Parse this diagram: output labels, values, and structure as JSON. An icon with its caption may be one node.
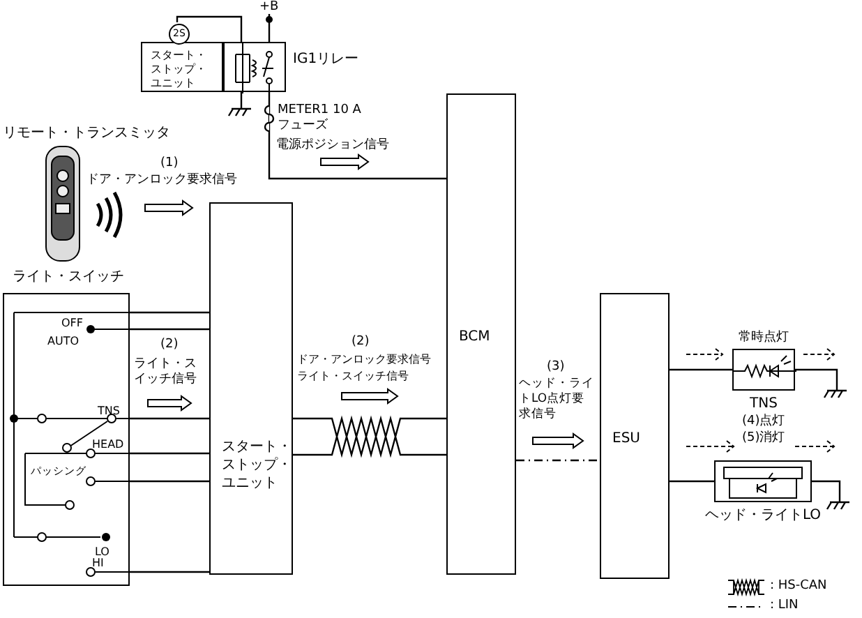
{
  "diagram": {
    "nodes": [
      {
        "text": [
          "スタート・ストップ・ユニット"
        ],
        "beside": [
          "2S"
        ]
      },
      {
        "text": [
          "IG1リレー"
        ]
      },
      {
        "text": [
          "ライト・スイッチ"
        ]
      },
      {
        "text": [
          "スタート・ストップ・ユニット"
        ]
      },
      {
        "text": [
          "BCM"
        ]
      },
      {
        "text": [
          "ESU"
        ]
      },
      {
        "text": [
          "TNS"
        ],
        "beside": [
          "常時点灯"
        ]
      },
      {
        "text": [
          "ヘッド・ライトLO"
        ]
      }
    ],
    "edges": [
      {
        "from": 0,
        "to": 1,
        "arrow": "none"
      },
      {
        "from": 1,
        "to": 4,
        "arrow": "none"
      },
      {
        "from": 2,
        "to": 3,
        "arrow": "none"
      },
      {
        "from": 2,
        "to": 3,
        "arrow": "none"
      },
      {
        "from": 2,
        "to": 3,
        "arrow": "none"
      },
      {
        "from": 2,
        "to": 3,
        "arrow": "none"
      },
      {
        "from": 2,
        "to": 3,
        "arrow": "none"
      },
      {
        "from": 2,
        "to": 3,
        "arrow": "none"
      },
      {
        "from": 3,
        "to": 4,
        "arrow": "none"
      },
      {
        "from": 4,
        "to": 5,
        "arrow": "none",
        "style": "dashed"
      },
      {
        "from": 5,
        "to": 6,
        "arrow": "none"
      },
      {
        "from": 5,
        "to": 7,
        "arrow": "none"
      },
      {
        "from": 2,
        "to": 3,
        "arrow": "to",
        "style": "thick"
      },
      {
        "from": 3,
        "to": 4,
        "arrow": "to",
        "style": "thick"
      },
      {
        "from": 4,
        "to": 5,
        "arrow": "to",
        "style": "thick"
      }
    ],
    "labels": [
      "+B",
      "METER1 10 A フューズ",
      "電源ポジション信号",
      "リモート・トランスミッタ",
      "(1)",
      "ドア・アンロック要求信号",
      "OFF",
      "AUTO",
      "(2)",
      "ライト・スイッチ信号",
      "TNS",
      "HEAD",
      "パッシング",
      "LO",
      "HI",
      "(2)",
      "ドア・アンロック要求信号",
      "ライト・スイッチ信号",
      "(3)",
      "ヘッド・ライトLO点灯要求信号",
      "(4)点灯",
      "(5)消灯"
    ],
    "legend": [
      {
        "text": ": HS-CAN"
      },
      {
        "text": ": LIN"
      }
    ]
  }
}
